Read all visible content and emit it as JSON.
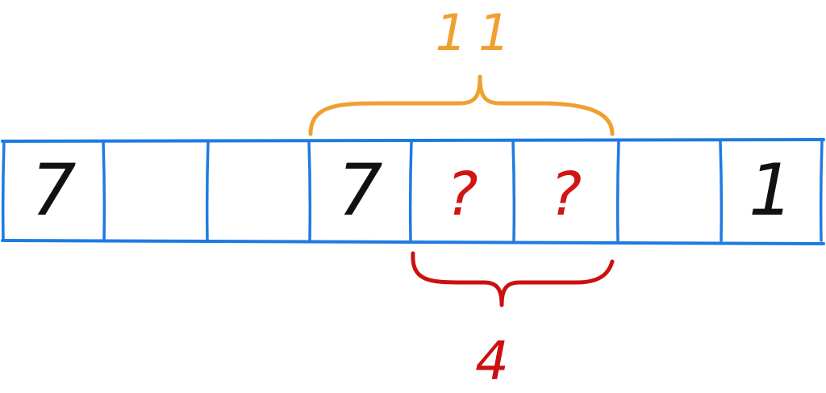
{
  "colors": {
    "cell_border": "#1e7be0",
    "digit": "#111111",
    "unknown": "#d11414",
    "top_brace": "#f0a030",
    "bottom_brace": "#cc1010"
  },
  "cells": [
    {
      "value": "7",
      "kind": "known"
    },
    {
      "value": "",
      "kind": "empty"
    },
    {
      "value": "",
      "kind": "empty"
    },
    {
      "value": "7",
      "kind": "known"
    },
    {
      "value": "?",
      "kind": "unknown"
    },
    {
      "value": "?",
      "kind": "unknown"
    },
    {
      "value": "",
      "kind": "empty"
    },
    {
      "value": "1",
      "kind": "known"
    }
  ],
  "top_brace": {
    "label": "11",
    "from_cell": 3,
    "to_cell": 5
  },
  "bottom_brace": {
    "label": "4",
    "from_cell": 4,
    "to_cell": 5
  }
}
